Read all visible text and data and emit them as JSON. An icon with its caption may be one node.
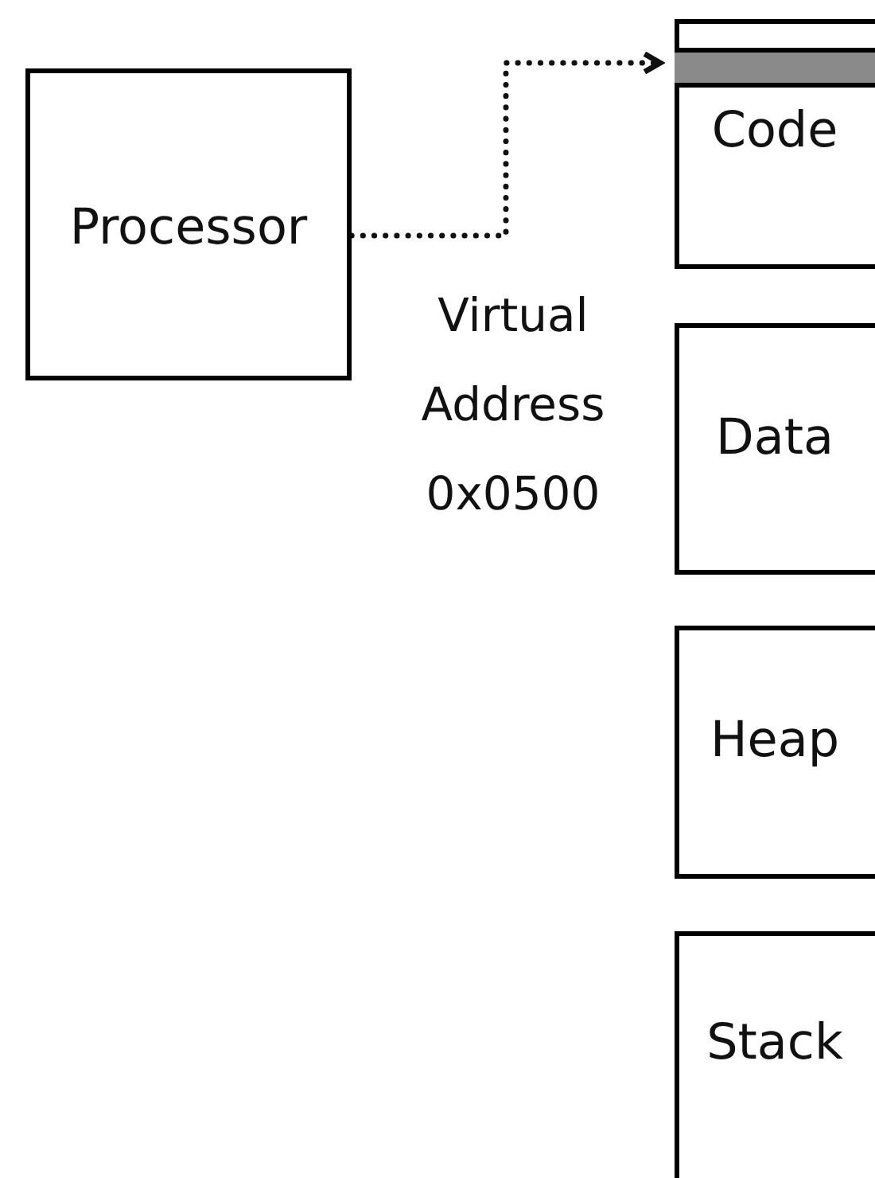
{
  "diagram": {
    "nodes": [
      {
        "text": [
          "Processor"
        ]
      },
      {
        "text": [
          "Code"
        ]
      },
      {
        "text": [],
        "shape": "bar",
        "in": 1
      },
      {
        "text": [
          "Data"
        ]
      },
      {
        "text": [
          "Heap"
        ]
      },
      {
        "text": [
          "Stack"
        ]
      }
    ],
    "edges": [
      {
        "from": 0,
        "to": 2,
        "arrow": "to",
        "style": "dashed",
        "label": "Virtual Address 0x0500"
      }
    ]
  }
}
